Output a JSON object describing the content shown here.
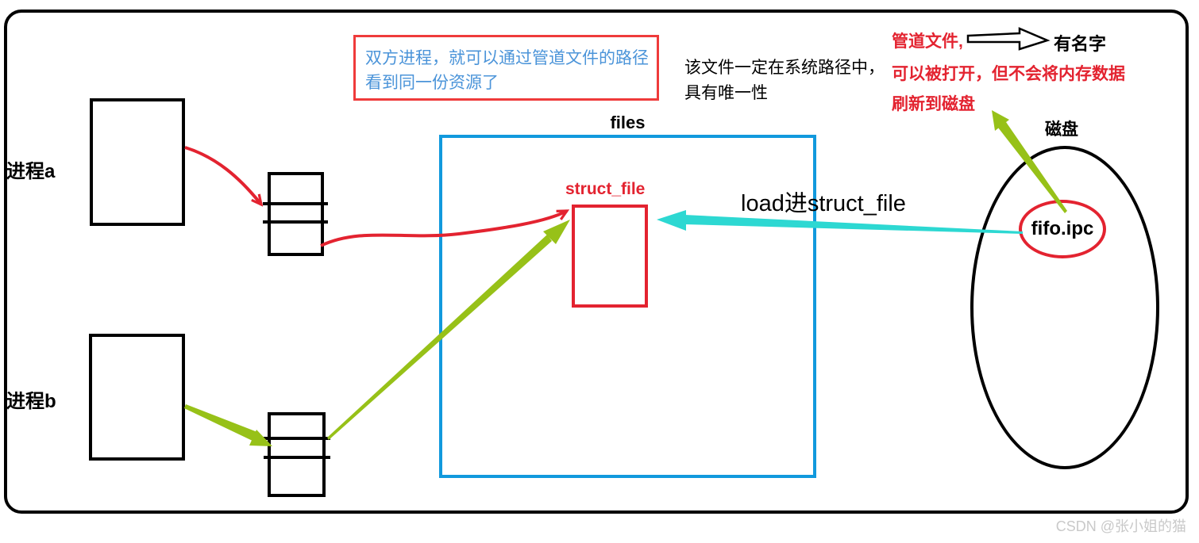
{
  "diagram": {
    "process_a_label": "进程a",
    "process_b_label": "进程b",
    "files_label": "files",
    "struct_file_label": "struct_file",
    "load_label": "load进struct_file",
    "disk_label": "磁盘",
    "fifo_label": "fifo.ipc"
  },
  "notes": {
    "pipe_path_note": {
      "line1": "双方进程，就可以通过管道文件的路径",
      "line2": "看到同一份资源了"
    },
    "sys_path_note": {
      "line1": "该文件一定在系统路径中，",
      "line2": "具有唯一性"
    },
    "pipe_file_label": "管道文件,",
    "has_name_label": "有名字",
    "pipe_open_note": {
      "line1": "可以被打开，但不会将内存数据",
      "line2": "刷新到磁盘"
    }
  },
  "watermark": {
    "text": "CSDN @张小姐的猫"
  },
  "icons": {
    "hollow_right_arrow": "outlined right arrow between 管道文件 and 有名字",
    "red_flow_arrows": "curved red arrows: process a → fd table a → struct_file",
    "green_flow_arrows": "green arrows: process b → fd table b → struct_file, fifo.ipc → note",
    "cyan_load_arrow": "cyan arrow: fifo.ipc → struct_file"
  },
  "colors": {
    "red": "#e32330",
    "green": "#97c118",
    "cyan": "#2dd8d2",
    "files_blue": "#1199dd",
    "note_text_blue": "#4b94d9",
    "black": "#000000",
    "watermark_gray": "#c9c9c9"
  }
}
